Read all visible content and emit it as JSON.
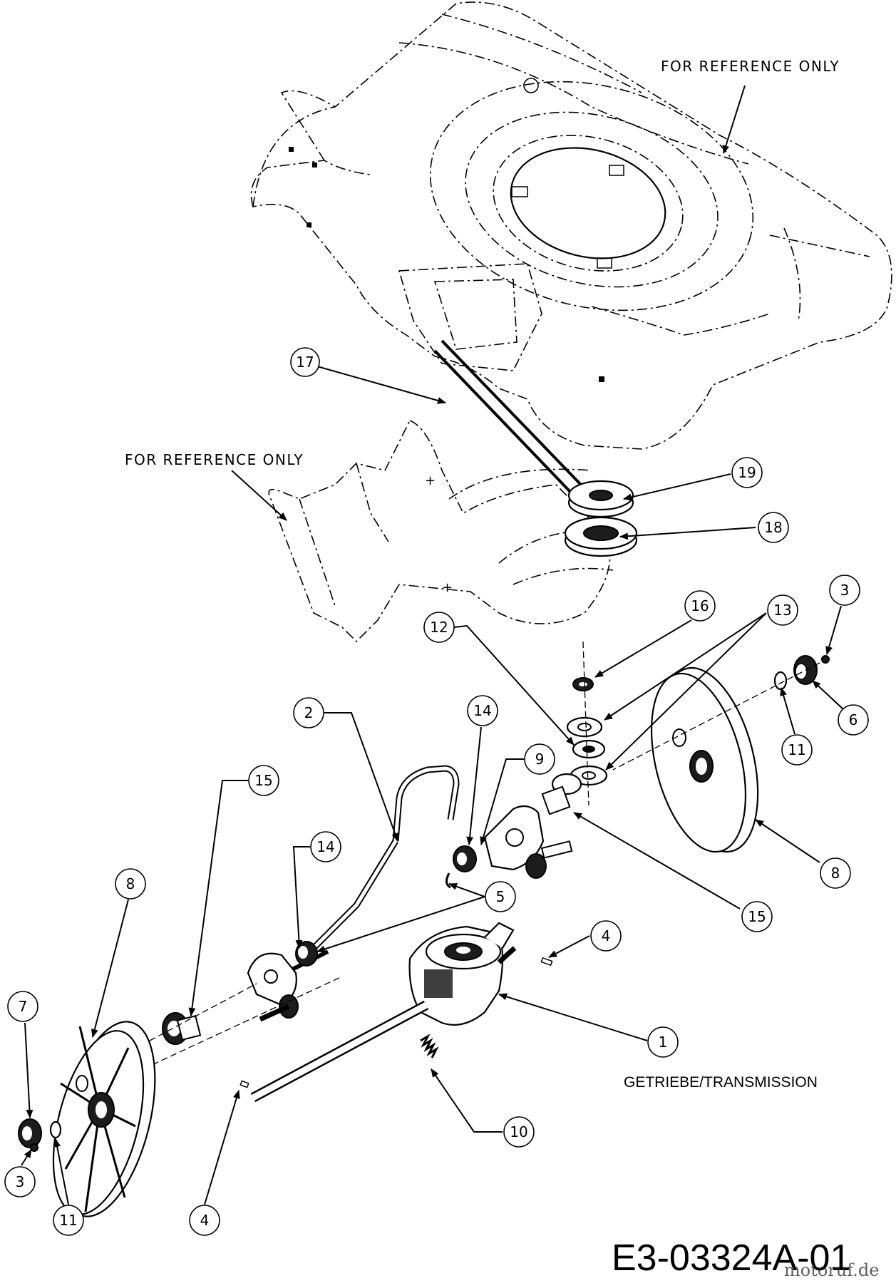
{
  "labels": {
    "reference_top": "FOR REFERENCE ONLY",
    "reference_left": "FOR REFERENCE ONLY",
    "transmission": "GETRIEBE/TRANSMISSION",
    "drawing_code": "E3-03324A-01",
    "watermark": "motoruf.de"
  },
  "callouts": [
    "1",
    "2",
    "3",
    "3",
    "4",
    "4",
    "5",
    "6",
    "7",
    "8",
    "8",
    "9",
    "10",
    "11",
    "11",
    "12",
    "13",
    "14",
    "14",
    "15",
    "15",
    "16",
    "17",
    "18",
    "19"
  ]
}
